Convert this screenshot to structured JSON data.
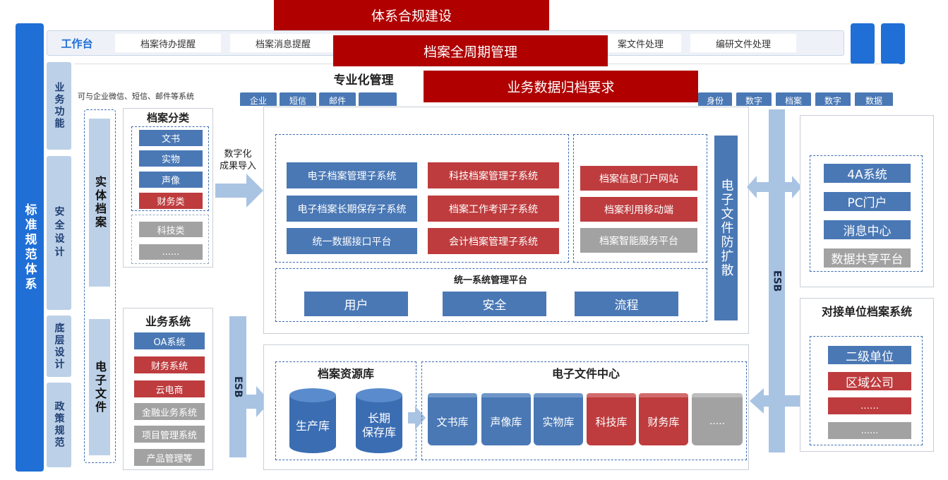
{
  "banners": [
    "体系合规建设",
    "档案全周期管理",
    "业务数据归档要求"
  ],
  "left_column_title": "标准规范体系",
  "left_tabs": [
    "业务功能",
    "安全设计",
    "底层设计",
    "政策规范"
  ],
  "workbench": {
    "title": "工作台",
    "items": [
      "档案待办提醒",
      "档案消息提醒",
      "案文件处理",
      "编研文件处理"
    ]
  },
  "specialized": {
    "title": "专业化管理",
    "note": "可与企业微信、短信、邮件等系统",
    "left_tags": [
      "企业",
      "短信",
      "邮件",
      ""
    ],
    "right_tags": [
      "身份",
      "数字",
      "档案",
      "数字",
      "数据"
    ]
  },
  "vertical_labels": {
    "physical": "实体档案",
    "electronic": "电子文件"
  },
  "archive_classes": {
    "title": "档案分类",
    "items": [
      "文书",
      "实物",
      "声像",
      "财务类"
    ],
    "extra": [
      "科技类",
      "......"
    ]
  },
  "digital_import": "数字化\n成果导入",
  "subsystems": {
    "col1": [
      "电子档案管理子系统",
      "电子档案长期保存子系统",
      "统一数据接口平台"
    ],
    "col2": [
      "科技档案管理子系统",
      "档案工作考评子系统",
      "会计档案管理子系统"
    ],
    "col3": [
      "档案信息门户网站",
      "档案利用移动端",
      "档案智能服务平台"
    ]
  },
  "mgmt_platform": {
    "title": "统一系统管理平台",
    "items": [
      "用户",
      "安全",
      "流程"
    ]
  },
  "anti_diffusion": "电子文件防扩散",
  "esb": "ESB",
  "right_systems": [
    "4A系统",
    "PC门户",
    "消息中心",
    "数据共享平台"
  ],
  "docking": {
    "title": "对接单位档案系统",
    "items": [
      "二级单位",
      "区域公司",
      "……",
      "......"
    ]
  },
  "business_systems": {
    "title": "业务系统",
    "items": [
      "OA系统",
      "财务系统",
      "云电商",
      "金融业务系统",
      "项目管理系统",
      "产品管理等"
    ]
  },
  "resource_lib": {
    "title": "档案资源库",
    "items": [
      "生产库",
      "长期\n保存库"
    ]
  },
  "file_center": {
    "title": "电子文件中心",
    "items": [
      "文书库",
      "声像库",
      "实物库",
      "科技库",
      "财务库",
      "....."
    ]
  },
  "colors": {
    "blue": "#4a78b5",
    "red": "#be3c3e",
    "gray": "#a2a2a2",
    "banner": "#b00000",
    "sideblue": "#1f6fd6"
  }
}
